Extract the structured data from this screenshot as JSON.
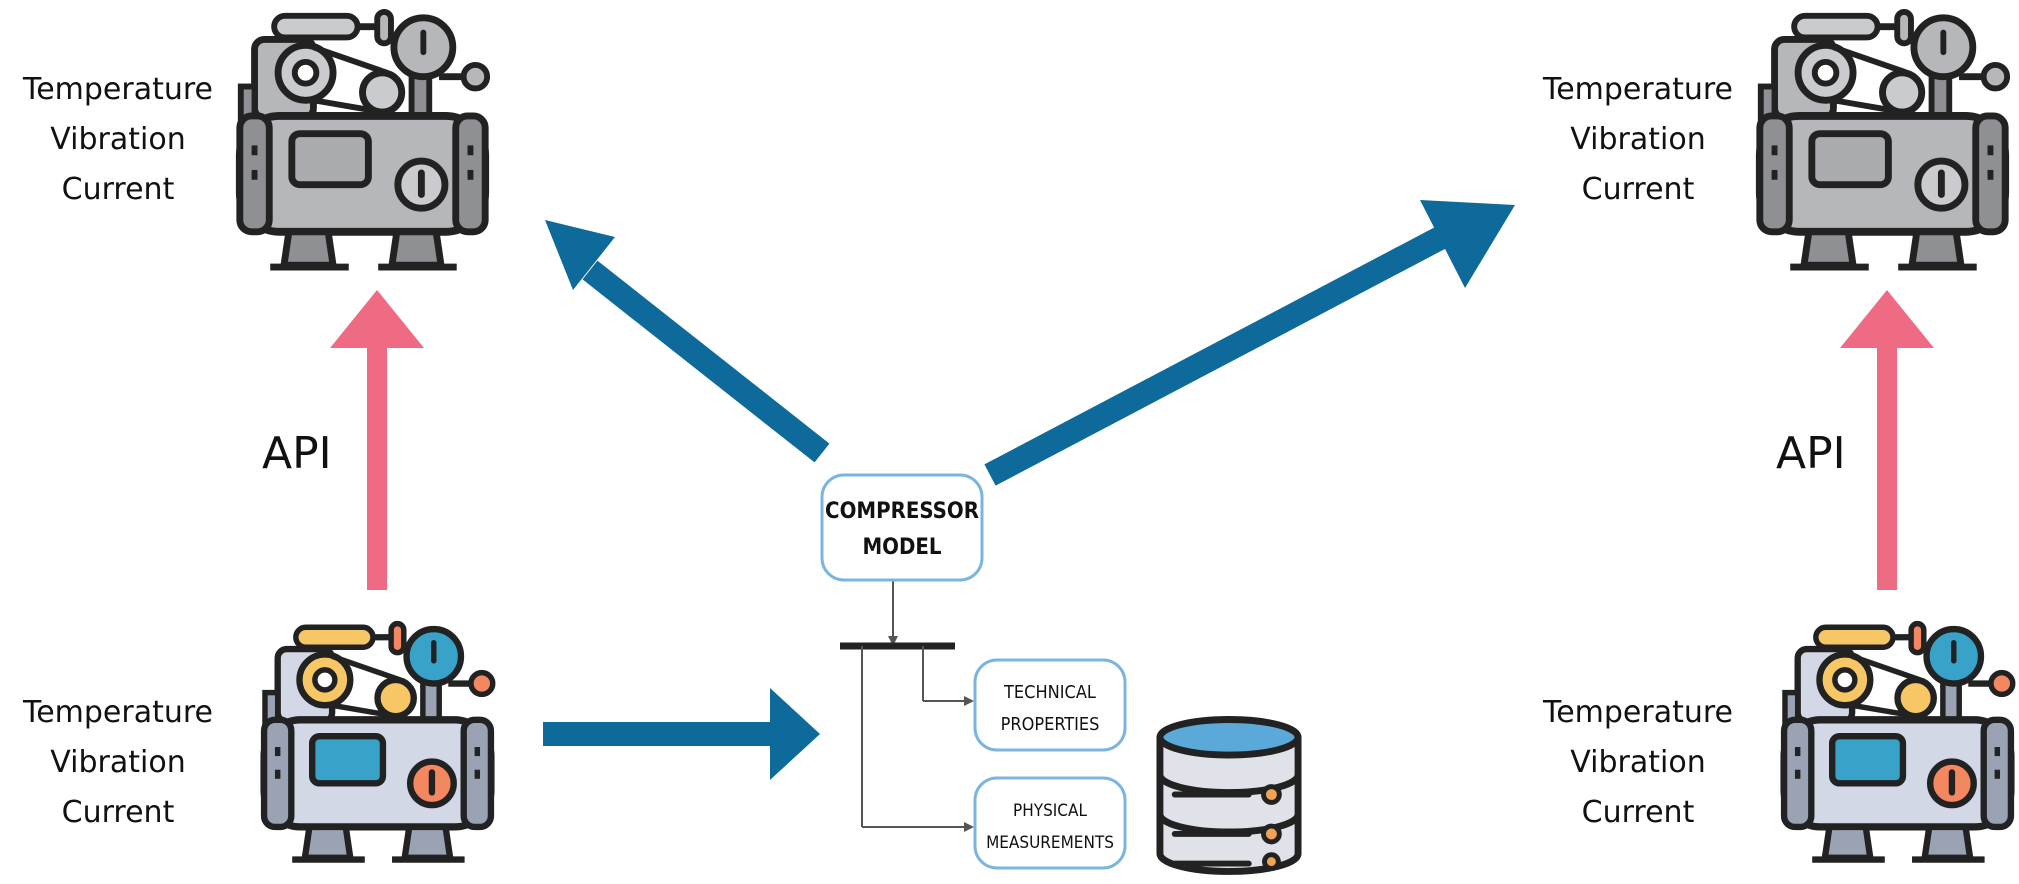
{
  "labels": {
    "sensor_lines": [
      "Temperature",
      "Vibration",
      "Current"
    ],
    "api": "API"
  },
  "boxes": {
    "model": [
      "COMPRESSOR",
      "MODEL"
    ],
    "technical": [
      "TECHNICAL",
      "PROPERTIES"
    ],
    "physical": [
      "PHYSICAL",
      "MEASUREMENTS"
    ]
  },
  "colors": {
    "blue_arrow": "#0e6a9a",
    "pink_arrow": "#ef6b83",
    "box_border": "#7bb5df",
    "gray_body": "#b5b7ba",
    "gray_dark": "#8e9094",
    "cyan": "#39a2c9",
    "orange": "#f3875f",
    "yellow": "#f7c766",
    "light_body": "#d2d8e5"
  },
  "icons": [
    "compressor-icon",
    "database-icon"
  ]
}
